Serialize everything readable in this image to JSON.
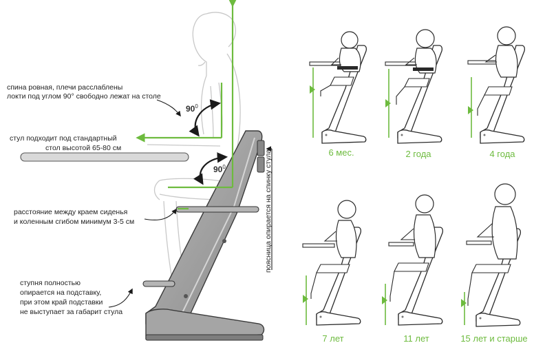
{
  "annotations": {
    "back_straight": "спина ровная, плечи расслаблены",
    "elbows": "локти под углом 90° свободно лежат на столе",
    "table_line1": "стул подходит под стандартный",
    "table_line2": "стол высотой 65-80 см",
    "knee_line1": "расстояние между краем сиденья",
    "knee_line2": "и коленным сгибом минимум 3-5 см",
    "foot_line1": "ступня полностью",
    "foot_line2": "опирается на подставку,",
    "foot_line3": "при этом край подставки",
    "foot_line4": "не выступает за габарит стула",
    "lumbar": "поясница опирается на спинку стула"
  },
  "angles": {
    "elbow": "90",
    "hip": "90",
    "degree_mark": "0"
  },
  "ages": [
    "6 мес.",
    "2 года",
    "4 года",
    "7 лет",
    "11 лет",
    "15 лет и старше"
  ],
  "colors": {
    "accent_green": "#6dbb3e",
    "chair_gray": "#9a9a9a",
    "outline": "#2a2a2a",
    "figure_outline": "#c8c8c8"
  },
  "icons": {
    "arrow": "curved-arrow-icon",
    "brand": "chair-logo-icon"
  }
}
